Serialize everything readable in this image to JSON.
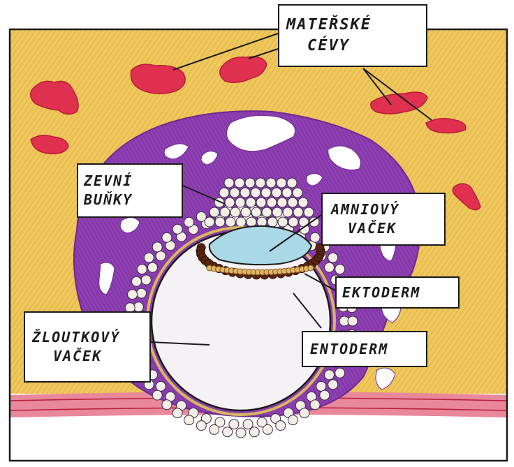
{
  "colors": {
    "tissue": "#f0c75a",
    "tissue_shade": "#e3b248",
    "blood": "#e0304f",
    "blood_dark": "#b81c3a",
    "trophoblast": "#8e3fb2",
    "trophoblast_dark": "#6d2b92",
    "amnion_fluid": "#a9d8e6",
    "ectoderm": "#5a2410",
    "yolk": "#f4f2f5",
    "band_pink": "#e9879b",
    "outline": "#1a1a1a"
  },
  "labels": {
    "materske_cevy": {
      "line1": "MATEŘSKÉ",
      "line2": "CÉVY"
    },
    "zevni_bunky": {
      "line1": "ZEVNÍ",
      "line2": "BUŇKY"
    },
    "amniovy_vacek": {
      "line1": "AMNIOVÝ",
      "line2": "VAČEK"
    },
    "ektoderm": {
      "line1": "EKTODERM"
    },
    "zloutkovy_vacek": {
      "line1": "ŽLOUTKOVÝ",
      "line2": "VAČEK"
    },
    "entoderm": {
      "line1": "ENTODERM"
    }
  }
}
